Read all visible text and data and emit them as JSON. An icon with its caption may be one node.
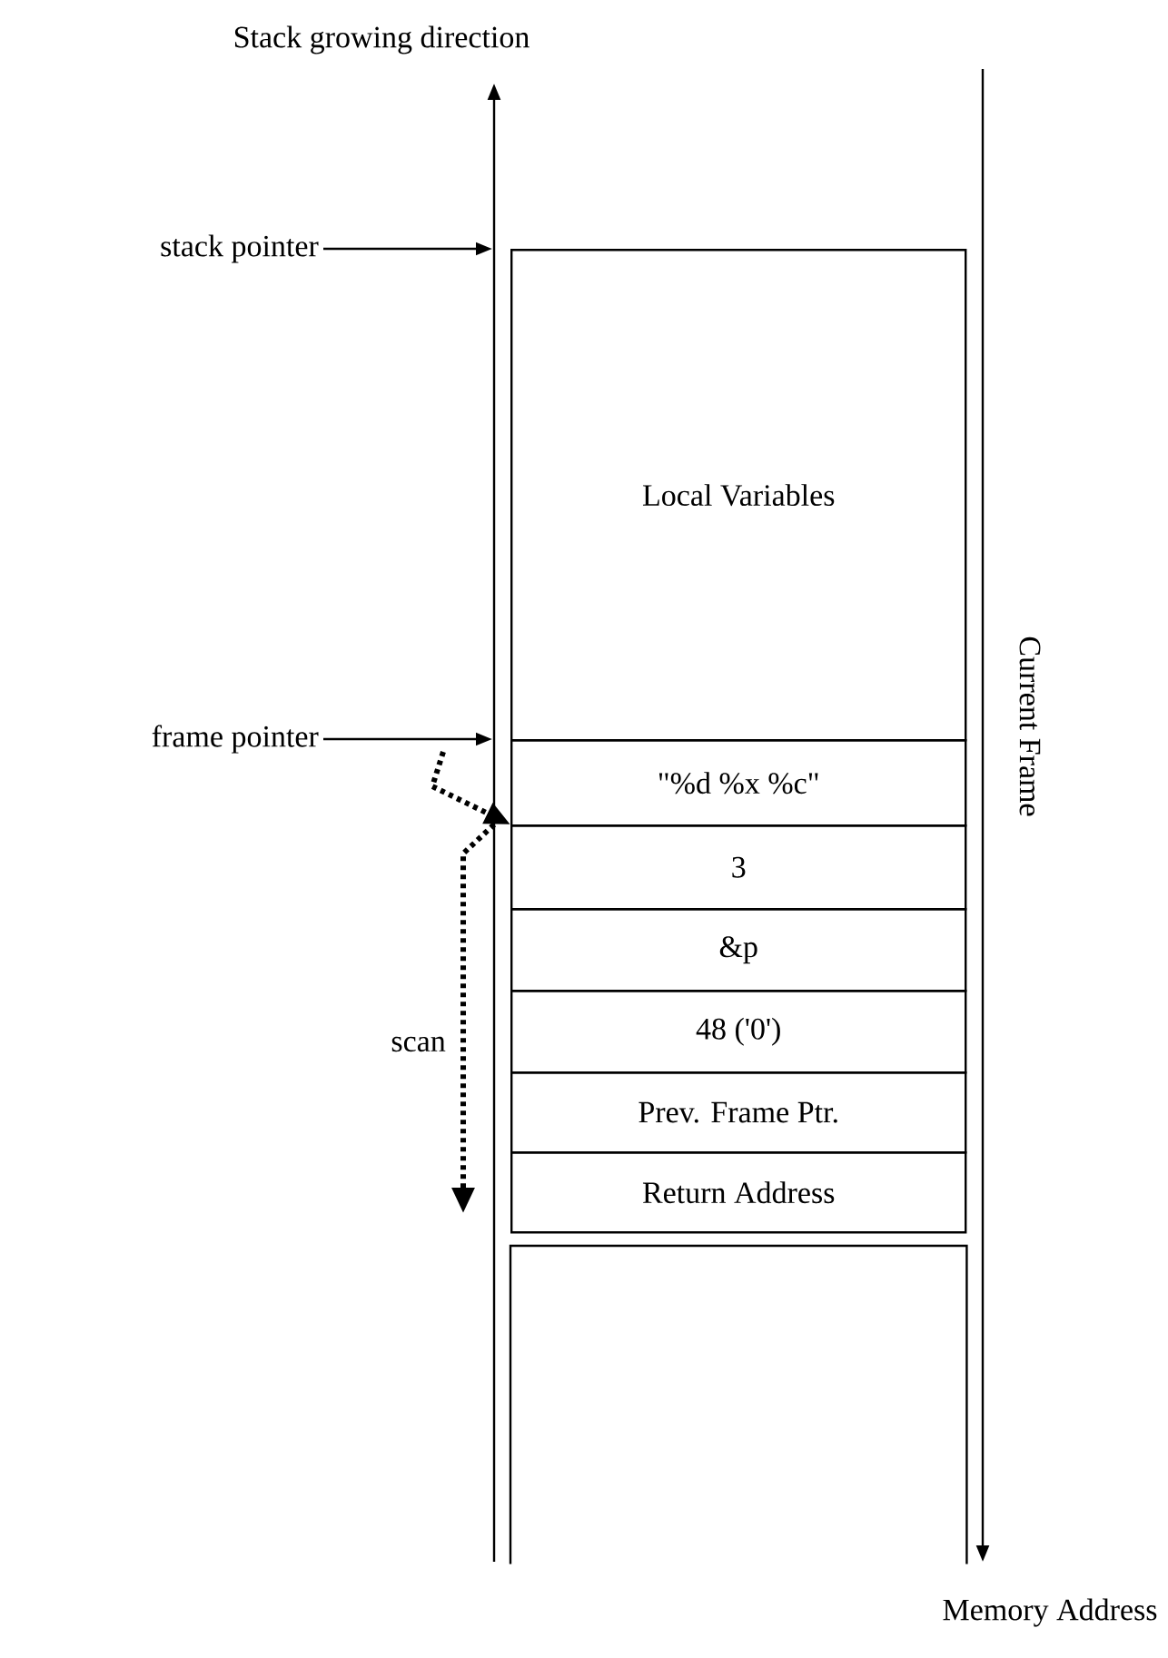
{
  "diagram": {
    "nodes": [
      {
        "text": [
          "Local Variables"
        ]
      },
      {
        "text": [
          "\"%d %x %c\""
        ]
      },
      {
        "text": [
          "3"
        ]
      },
      {
        "text": [
          "&p"
        ]
      },
      {
        "text": [
          "48 ('0')"
        ]
      },
      {
        "text": [
          "Prev. Frame Ptr."
        ]
      },
      {
        "text": [
          "Return Address"
        ]
      },
      {
        "text": [],
        "shape": "box"
      },
      {
        "text": [
          "stack pointer"
        ]
      },
      {
        "text": [
          "frame pointer"
        ]
      }
    ],
    "edges": [
      {
        "from": 8,
        "to": null,
        "arrow": "to"
      },
      {
        "from": 9,
        "to": null,
        "arrow": "to"
      },
      {
        "from": null,
        "to": 2,
        "arrow": "to",
        "style": "dashed"
      },
      {
        "from": 2,
        "to": null,
        "arrow": "to",
        "style": "dashed",
        "label": "scan"
      }
    ],
    "labels": [
      "Stack growing direction",
      "Current Frame",
      "Memory Address"
    ]
  }
}
